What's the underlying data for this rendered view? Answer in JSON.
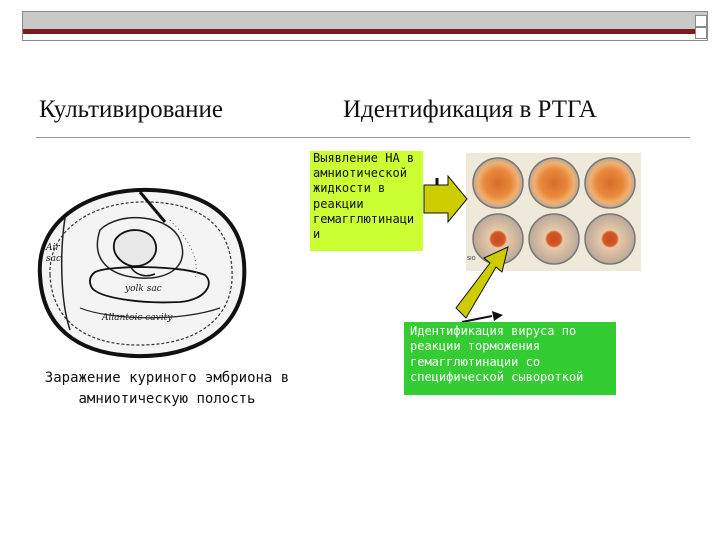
{
  "slide": {
    "heading_left": "Культивирование",
    "heading_right": "Идентификация в РТГА"
  },
  "ha_box": {
    "lines": [
      "Выявление НА в",
      "амниотической",
      "жидкости в",
      "реакции",
      "гемагглютинаци",
      "и"
    ]
  },
  "identification_box": {
    "lines": [
      "Идентификация вируса по",
      "реакции торможения",
      "гемагглютинации со",
      "специфической сывороткой"
    ]
  },
  "caption": {
    "lines": [
      "Заражение куриного эмбриона в",
      "амниотическую полость"
    ]
  },
  "egg_labels": {
    "air_sac": [
      "Air",
      "sac"
    ],
    "yolk_sac": "yolk sac",
    "allantoic": "Allantoic cavity"
  },
  "plate": {
    "label": "SIO"
  },
  "colors": {
    "ha_box": "#ccff33",
    "identification_box": "#33cc33",
    "arrow_fill": "#cccc00",
    "top_stripe": "#7a1a22"
  }
}
